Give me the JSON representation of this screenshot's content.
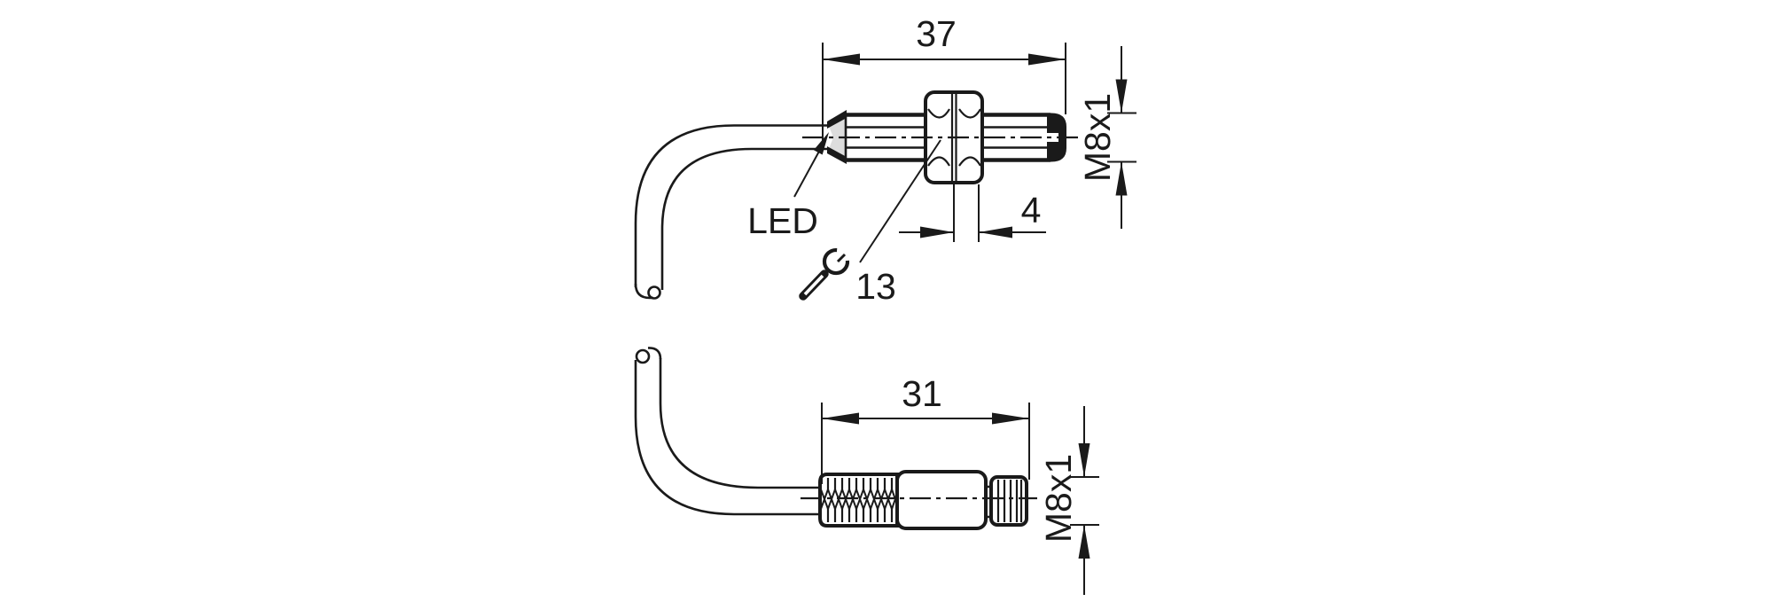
{
  "colors": {
    "line": "#1a1a1a",
    "background": "#ffffff"
  },
  "views": {
    "top": {
      "length_dim": "37",
      "nut_width_dim": "4",
      "thread_label": "M8x1",
      "led_label": "LED",
      "wrench_size": "13"
    },
    "bottom": {
      "length_dim": "31",
      "thread_label": "M8x1"
    }
  },
  "icons": {
    "wrench": "open-end-wrench-icon"
  }
}
